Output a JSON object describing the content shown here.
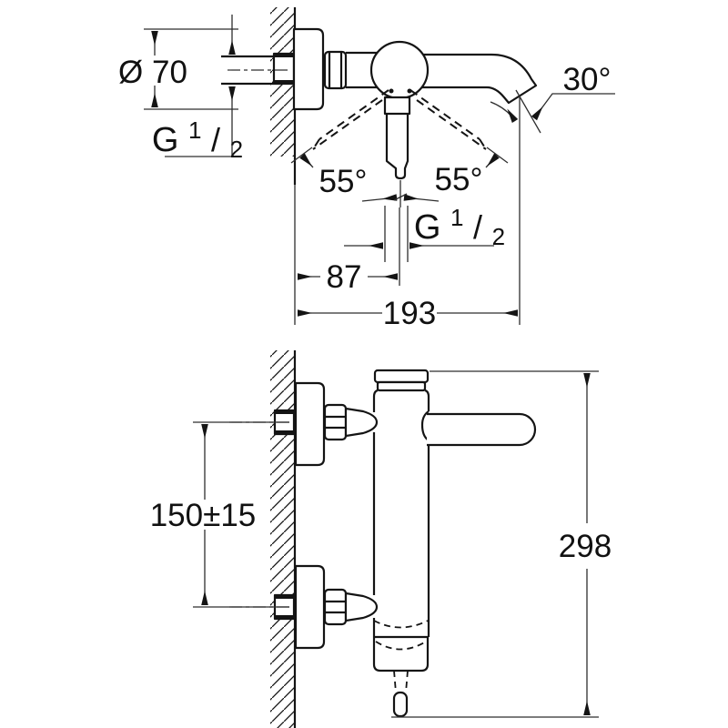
{
  "drawing": {
    "description": "Technical dimensional drawing of a wall-mounted single-lever bath mixer tap, top view and front view",
    "colors": {
      "background": "#ffffff",
      "object_line": "#141414",
      "dimension_line": "#2e2e2e",
      "text": "#111111"
    }
  },
  "dimensions": {
    "escutcheon_diameter": "Ø 70",
    "spout_angle": "30°",
    "handle_swing_left": "55°",
    "handle_swing_right": "55°",
    "wall_to_center": "87",
    "wall_to_spout_tip": "193",
    "connection_spacing": "150±15",
    "total_height": "298",
    "thread_top": {
      "g": "G",
      "sup": "1",
      "slash": "/",
      "sub": "2"
    },
    "thread_outlet": {
      "g": "G",
      "sup": "1",
      "slash": "/",
      "sub": "2"
    }
  }
}
